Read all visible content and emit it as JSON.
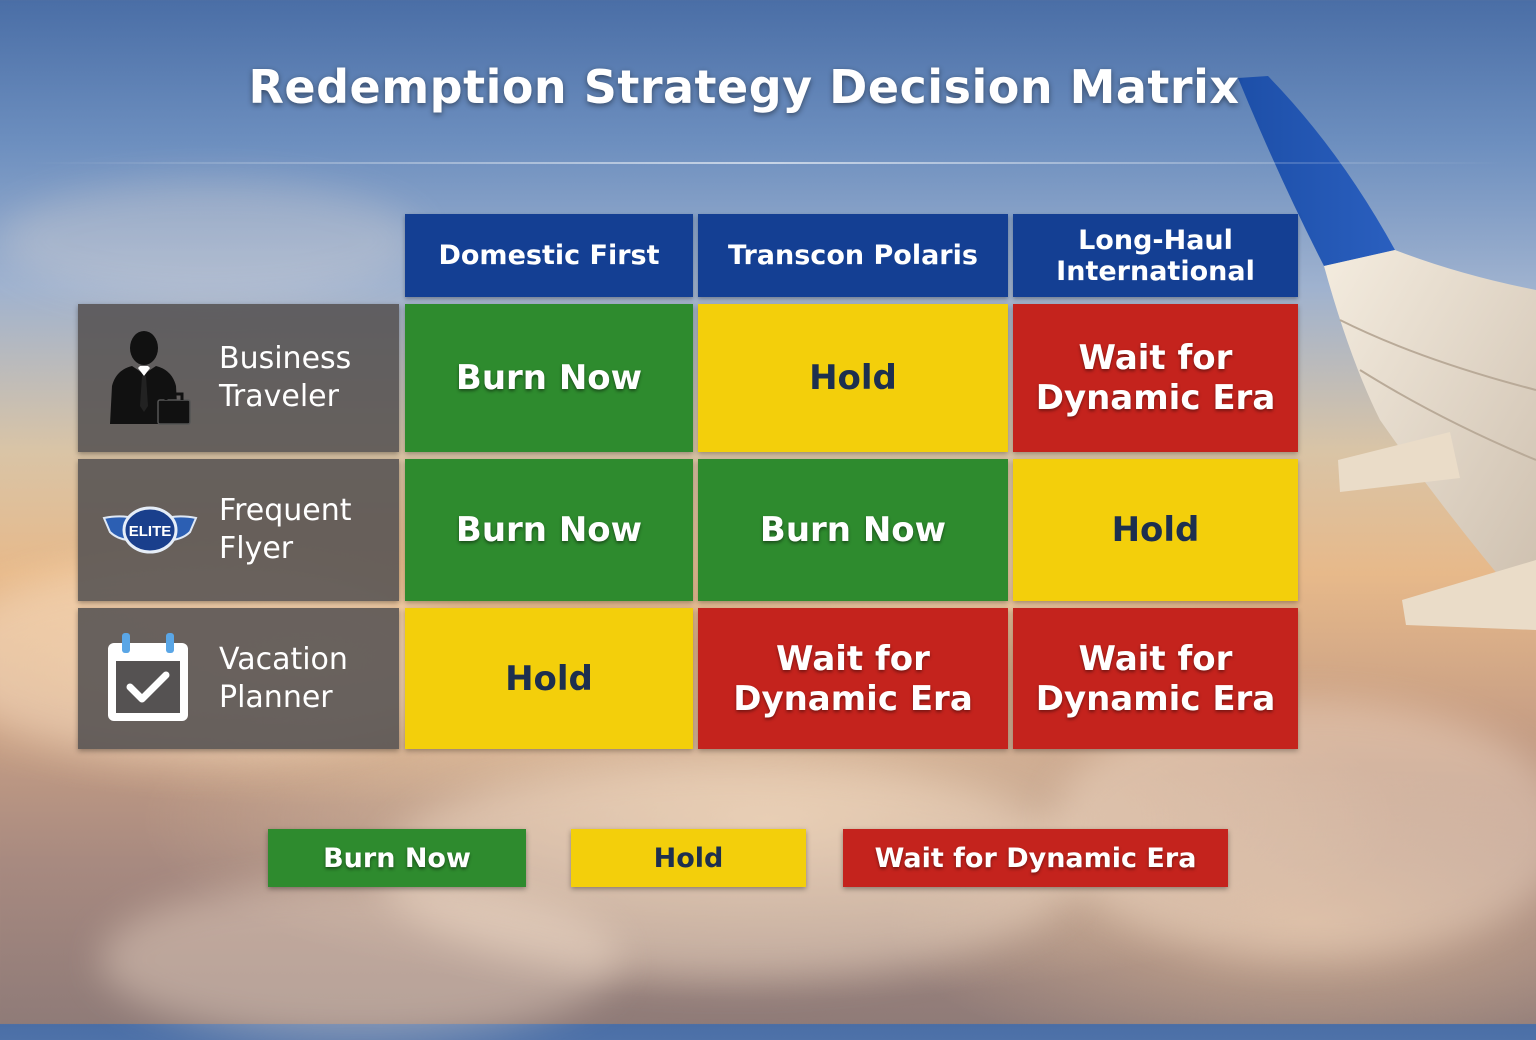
{
  "title": "Redemption Strategy Decision Matrix",
  "columns": [
    "Domestic First",
    "Transcon Polaris",
    "Long-Haul\nInternational"
  ],
  "rows": [
    {
      "label": "Business\nTraveler",
      "icon": "business-traveler-icon"
    },
    {
      "label": "Frequent\nFlyer",
      "icon": "elite-wings-icon",
      "icon_text": "ELITE"
    },
    {
      "label": "Vacation\nPlanner",
      "icon": "calendar-check-icon"
    }
  ],
  "cells": [
    [
      "Burn Now",
      "Hold",
      "Wait for\nDynamic Era"
    ],
    [
      "Burn Now",
      "Burn Now",
      "Hold"
    ],
    [
      "Hold",
      "Wait for\nDynamic Era",
      "Wait for\nDynamic Era"
    ]
  ],
  "legend": [
    {
      "label": "Burn Now",
      "color": "#2e8b2e"
    },
    {
      "label": "Hold",
      "color": "#f3cf0b"
    },
    {
      "label": "Wait for Dynamic Era",
      "color": "#c4231d"
    }
  ],
  "colors": {
    "header": "#143f93",
    "burn_now": "#2e8b2e",
    "hold": "#f3cf0b",
    "wait": "#c4231d"
  }
}
